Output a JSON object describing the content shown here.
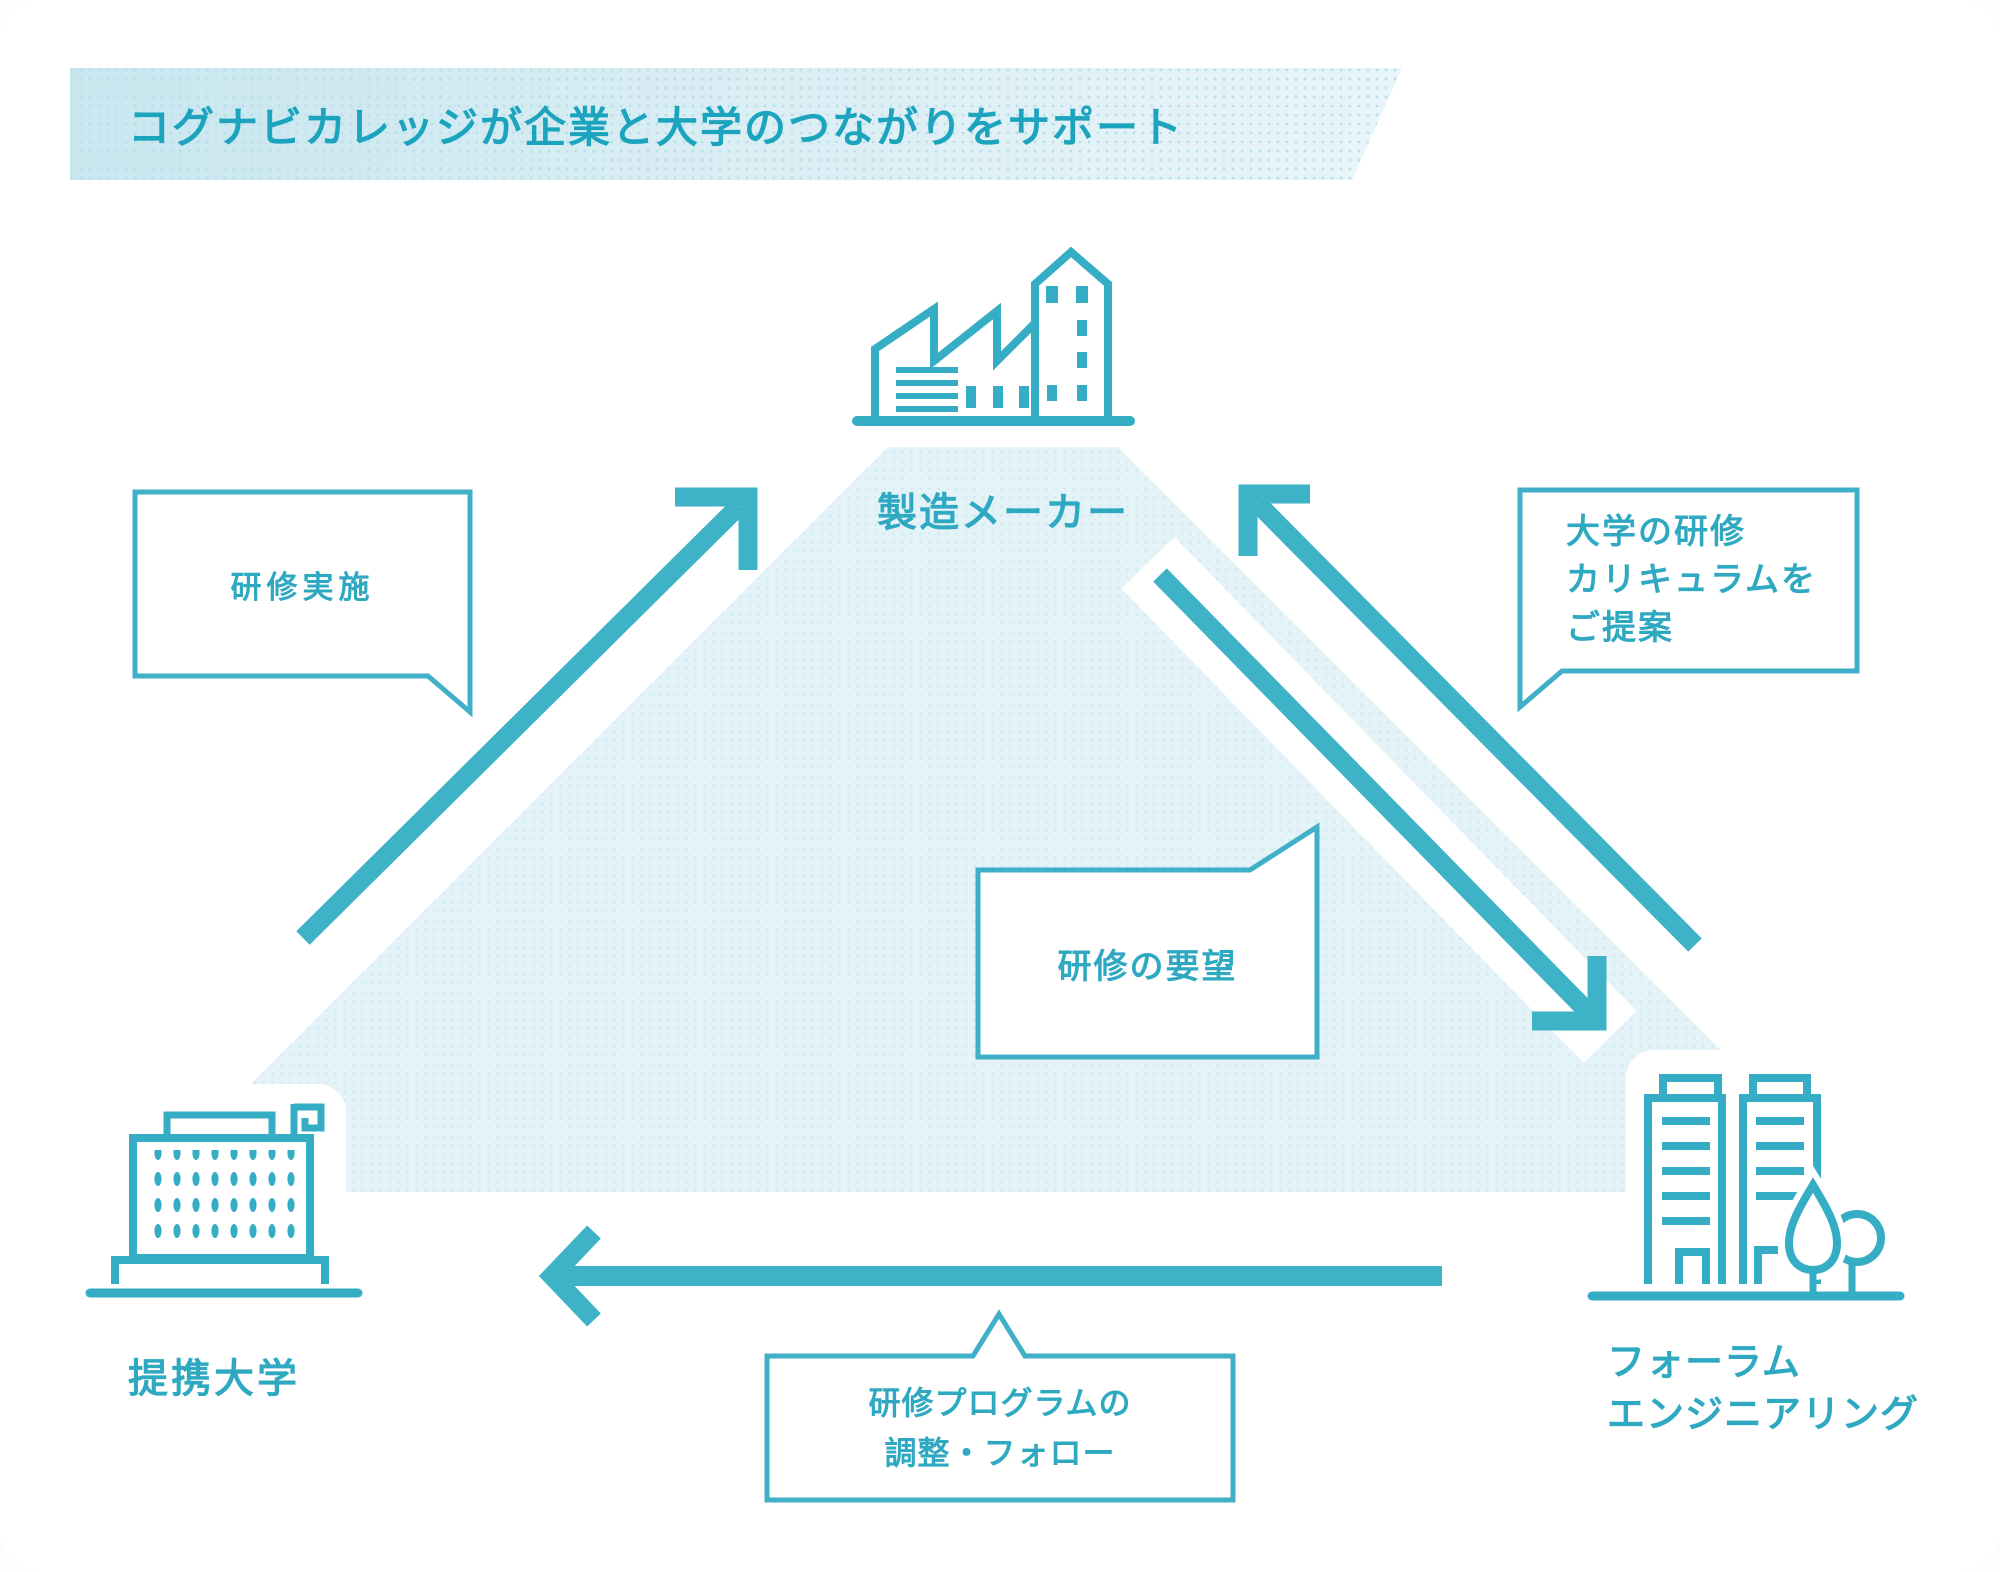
{
  "title": "コグナビカレッジが企業と大学のつながりをサポート",
  "nodes": {
    "manufacturer": {
      "label": "製造メーカー",
      "icon": "factory-icon"
    },
    "university": {
      "label": "提携大学",
      "icon": "university-building-icon"
    },
    "forum": {
      "lines": [
        "フォーラム",
        "エンジニアリング"
      ],
      "icon": "office-buildings-trees-icon"
    }
  },
  "bubbles": {
    "training_delivery": {
      "text": "研修実施"
    },
    "curriculum_proposal": {
      "lines": [
        "大学の研修",
        "カリキュラムを",
        "ご提案"
      ]
    },
    "training_request": {
      "text": "研修の要望"
    },
    "program_coordination": {
      "lines": [
        "研修プログラムの",
        "調整・フォロー"
      ]
    }
  },
  "colors": {
    "teal_icon": "#35adc4",
    "teal_arrow": "#3eb2c7",
    "teal_text": "#2fa9c1",
    "banner_text": "#1ca4be",
    "bubble_border": "#3fb0c7",
    "triangle_fill": "#e4f3f8",
    "triangle_dot": "#cfe9f1",
    "banner_bg": "#c9e6ef"
  }
}
